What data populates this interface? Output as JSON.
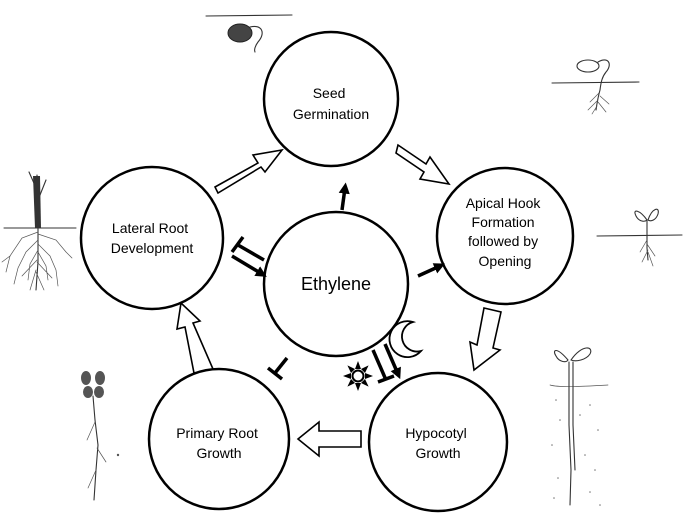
{
  "center": {
    "label": "Ethylene"
  },
  "nodes": {
    "seed_germination": [
      "Seed",
      "Germination"
    ],
    "apical_hook": [
      "Apical Hook",
      "Formation",
      "followed by",
      "Opening"
    ],
    "hypocotyl": [
      "Hypocotyl",
      "Growth"
    ],
    "primary_root": [
      "Primary Root",
      "Growth"
    ],
    "lateral_root": [
      "Lateral Root",
      "Development"
    ]
  },
  "effects": {
    "seed_germination": "promotes",
    "apical_hook": "promotes",
    "hypocotyl_light": "inhibits",
    "hypocotyl_dark": "promotes",
    "primary_root": "inhibits",
    "lateral_root": "promotes and inhibits"
  },
  "icons": {
    "light": "sun-icon",
    "dark": "moon-icon"
  }
}
